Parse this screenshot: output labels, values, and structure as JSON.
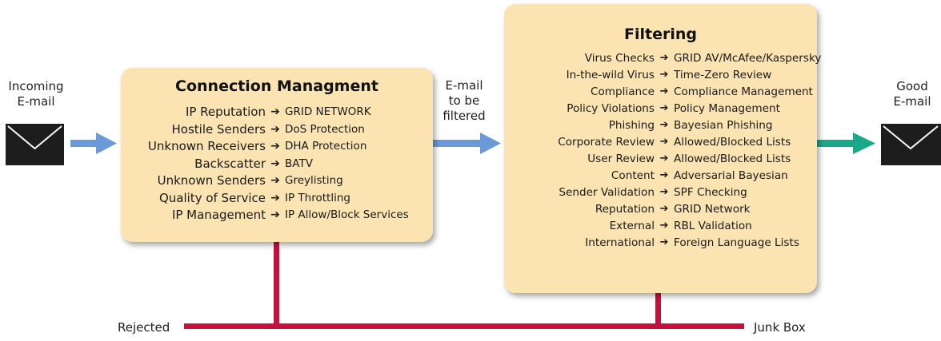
{
  "incoming": {
    "label_line1": "Incoming",
    "label_line2": "E-mail"
  },
  "good": {
    "label_line1": "Good",
    "label_line2": "E-mail"
  },
  "middle": {
    "line1": "E-mail",
    "line2": "to be",
    "line3": "filtered"
  },
  "connection": {
    "title": "Connection Managment",
    "rows": [
      {
        "left": "IP Reputation",
        "right": "GRID NETWORK"
      },
      {
        "left": "Hostile Senders",
        "right": "DoS Protection"
      },
      {
        "left": "Unknown Receivers",
        "right": "DHA Protection"
      },
      {
        "left": "Backscatter",
        "right": "BATV"
      },
      {
        "left": "Unknown Senders",
        "right": "Greylisting"
      },
      {
        "left": "Quality of Service",
        "right": "IP Throttling"
      },
      {
        "left": "IP Management",
        "right": "IP Allow/Block Services"
      }
    ]
  },
  "filtering": {
    "title": "Filtering",
    "rows": [
      {
        "left": "Virus Checks",
        "right": "GRID AV/McAfee/Kaspersky"
      },
      {
        "left": "In-the-wild Virus",
        "right": "Time-Zero Review"
      },
      {
        "left": "Compliance",
        "right": "Compliance Management"
      },
      {
        "left": "Policy Violations",
        "right": "Policy Management"
      },
      {
        "left": "Phishing",
        "right": "Bayesian Phishing"
      },
      {
        "left": "Corporate Review",
        "right": "Allowed/Blocked Lists"
      },
      {
        "left": "User Review",
        "right": "Allowed/Blocked Lists"
      },
      {
        "left": "Content",
        "right": "Adversarial Bayesian"
      },
      {
        "left": "Sender Validation",
        "right": "SPF Checking"
      },
      {
        "left": "Reputation",
        "right": "GRID Network"
      },
      {
        "left": "External",
        "right": "RBL Validation"
      },
      {
        "left": "International",
        "right": "Foreign Language Lists"
      }
    ]
  },
  "arrow_glyph": "➔",
  "rejected_label": "Rejected",
  "junk_label": "Junk Box",
  "colors": {
    "box": "#fbe4b2",
    "blue_arrow": "#6a9bd8",
    "green_arrow": "#1aa88a",
    "red_line": "#c8103e",
    "envelope": "#1d1d1d"
  }
}
